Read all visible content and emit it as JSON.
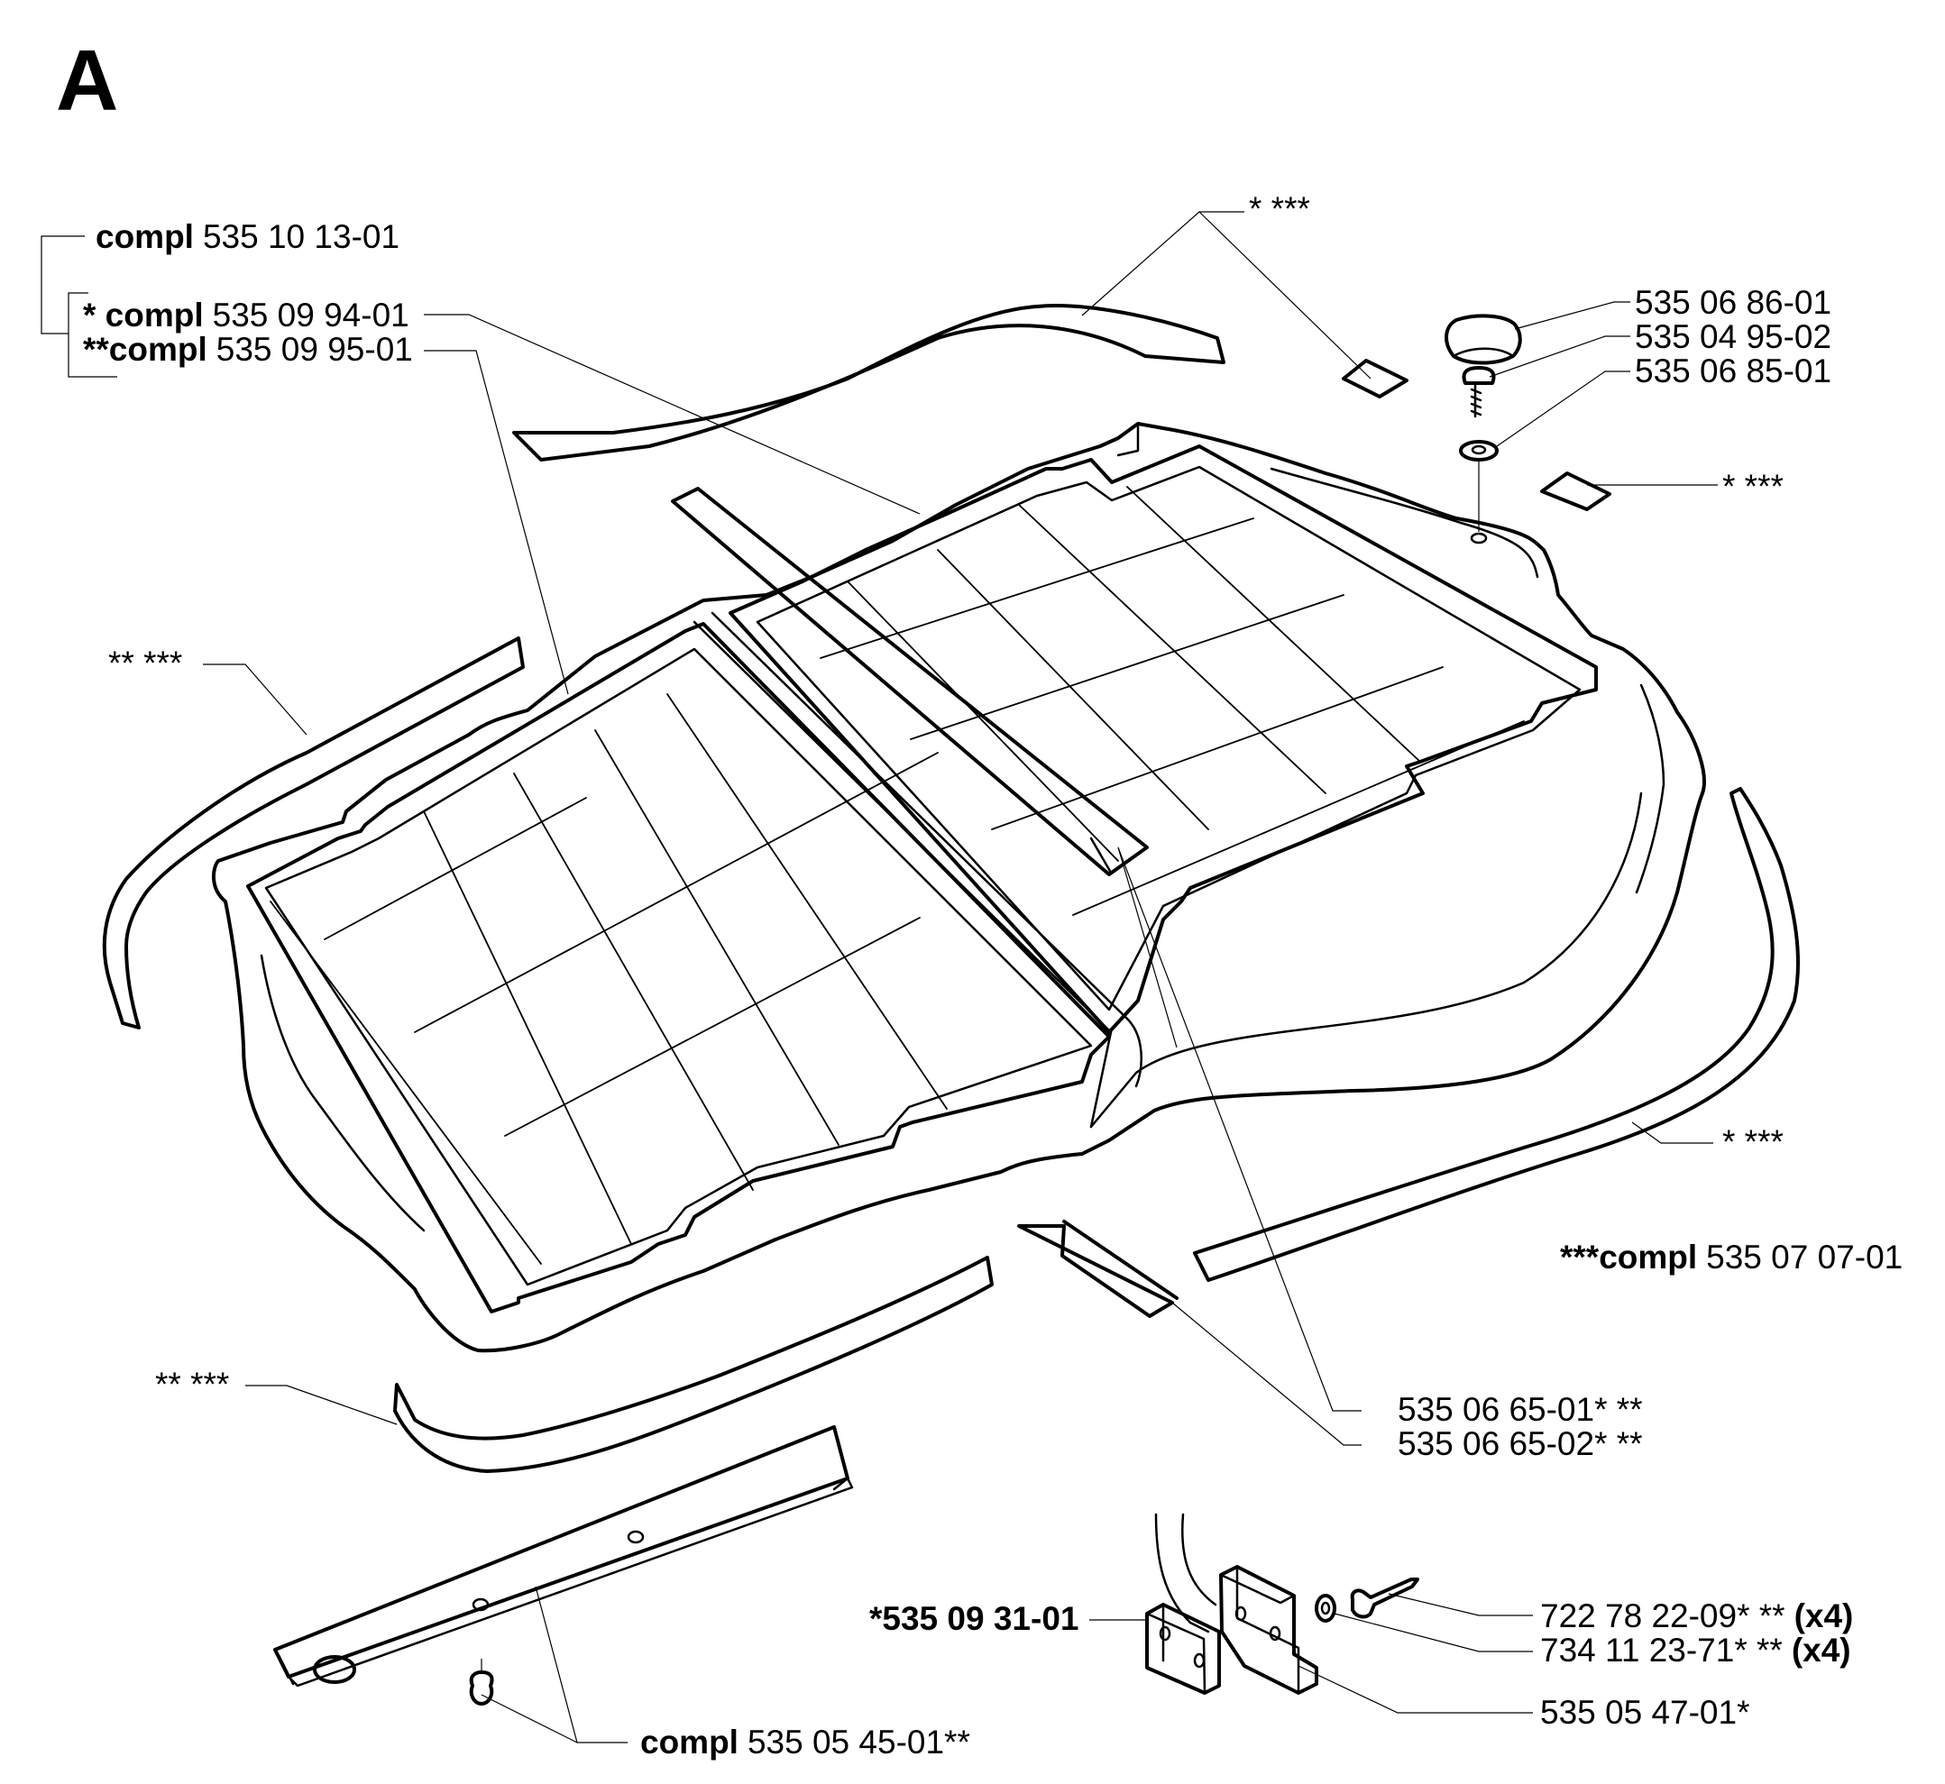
{
  "section_letter": "A",
  "labels": {
    "compl_main": {
      "prefix": "compl",
      "part": "535 10 13-01"
    },
    "compl_one_star": {
      "prefix": "* compl",
      "part": "535 09 94-01"
    },
    "compl_two_star": {
      "prefix": "**compl",
      "part": "535 09 95-01"
    },
    "stars_top": "* ***",
    "stars_right": "* ***",
    "stars_lower_right": "* ***",
    "stars_left_upper": "** ***",
    "stars_left_lower": "** ***",
    "knob": "535 06 86-01",
    "screw": "535 04 95-02",
    "washer_top": "535 06 85-01",
    "compl_triple": {
      "prefix": "***compl",
      "part": "535 07 07-01"
    },
    "strip_a": "535 06 65-01* **",
    "strip_b": "535 06 65-02* **",
    "rivet": {
      "part": "722 78 22-09* **",
      "qty": "(x4)"
    },
    "rivet_washer": {
      "part": "734 11 23-71* **",
      "qty": "(x4)"
    },
    "bracket_plate": "*535 09 31-01",
    "bracket": "535 05 47-01*",
    "bar": {
      "prefix": "compl",
      "part": "535 05 45-01**"
    }
  }
}
